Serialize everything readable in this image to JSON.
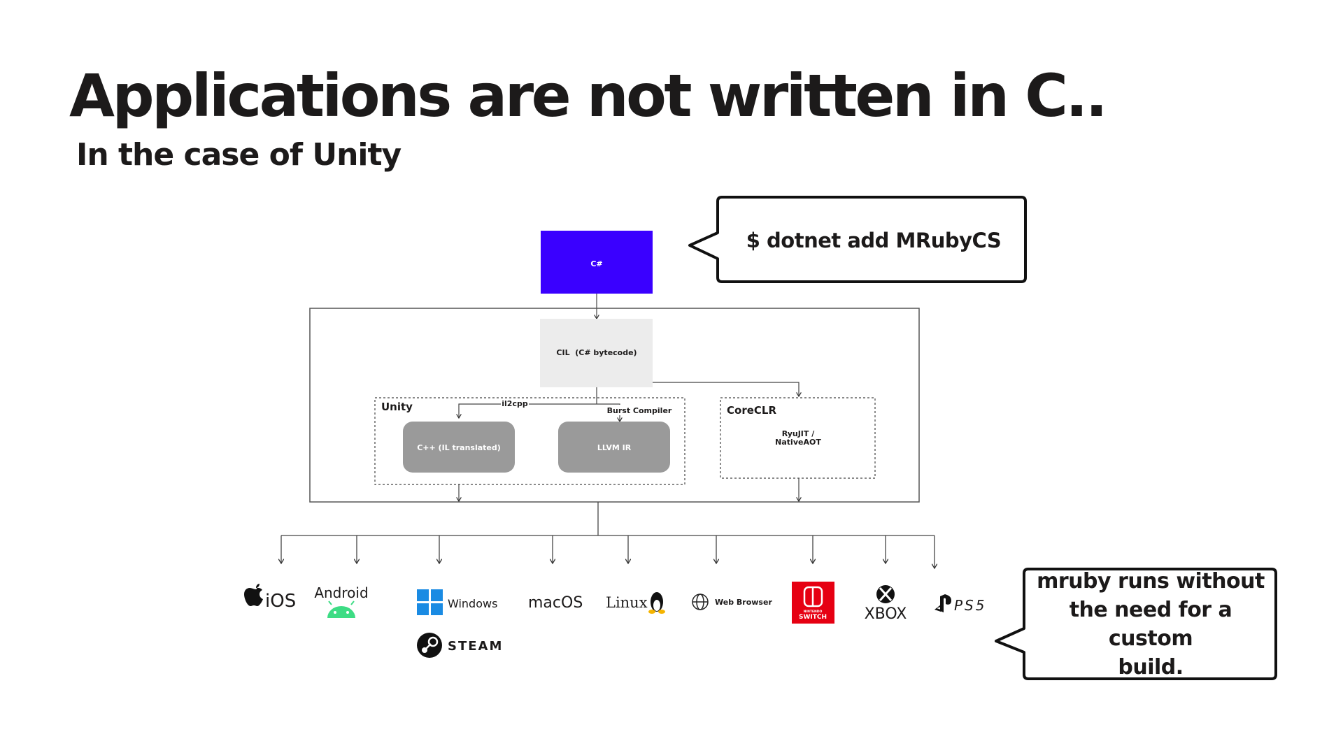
{
  "slide": {
    "title": "Applications are not written in C..",
    "subtitle": "In the case of Unity"
  },
  "diagram": {
    "csharp_label": "C#",
    "cil_label": "CIL  (C# bytecode)",
    "unity_group_label": "Unity",
    "il2cpp_label": "il2cpp",
    "burst_label": "Burst Compiler",
    "cpp_label": "C++ (IL translated)",
    "llvm_label": "LLVM IR",
    "coreclr_group_label": "CoreCLR",
    "ryujit_line1": "RyuJIT /",
    "ryujit_line2": "NativeAOT"
  },
  "platforms": {
    "ios": "iOS",
    "android": "Android",
    "windows": "Windows",
    "steam": "STEAM",
    "macos": "macOS",
    "linux": "Linux",
    "web_browser": "Web Browser",
    "switch_small": "NINTENDO",
    "switch": "SWITCH",
    "xbox": "XBOX",
    "ps5": "PS5"
  },
  "callouts": {
    "dotnet": "$ dotnet add MRubyCS",
    "mruby_line1": "mruby runs without",
    "mruby_line2": "the need for a custom",
    "mruby_line3": "build."
  },
  "colors": {
    "csharp_box": "#3a00ff",
    "cil_box": "#ececec",
    "compiler_box": "#9a9a9a",
    "switch_red": "#e60012",
    "windows_blue": "#1a8be3",
    "android_green": "#3ddc84"
  }
}
